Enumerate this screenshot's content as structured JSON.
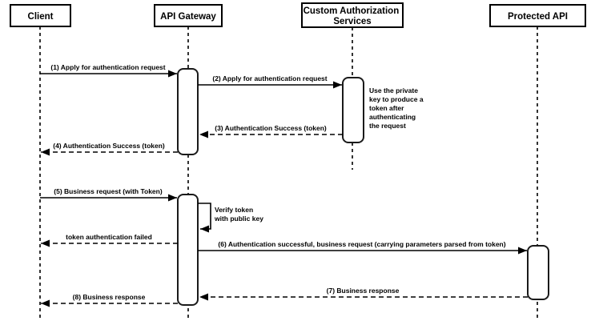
{
  "diagram": {
    "type": "sequence-diagram",
    "actors": [
      {
        "name": "client",
        "label": "Client"
      },
      {
        "name": "api-gateway",
        "label": "API Gateway"
      },
      {
        "name": "custom-authorization-services",
        "label_lines": [
          "Custom Authorization",
          "Services"
        ]
      },
      {
        "name": "protected-api",
        "label": "Protected API"
      }
    ],
    "messages": [
      {
        "label": "(1) Apply for authentication request",
        "from": "Client",
        "to": "API Gateway",
        "style": "solid"
      },
      {
        "label": "(2) Apply for authentication request",
        "from": "API Gateway",
        "to": "Custom Authorization Services",
        "style": "solid"
      },
      {
        "label": "(3) Authentication Success (token)",
        "from": "Custom Authorization Services",
        "to": "API Gateway",
        "style": "dashed"
      },
      {
        "label": "(4) Authentication Success (token)",
        "from": "API Gateway",
        "to": "Client",
        "style": "dashed"
      },
      {
        "label": "(5) Business request (with Token)",
        "from": "Client",
        "to": "API Gateway",
        "style": "solid"
      },
      {
        "label": "token authentication failed",
        "from": "API Gateway",
        "to": "Client",
        "style": "dashed"
      },
      {
        "label": "(6) Authentication successful, business request (carrying parameters parsed from token)",
        "from": "API Gateway",
        "to": "Protected API",
        "style": "solid"
      },
      {
        "label": "(7) Business response",
        "from": "Protected API",
        "to": "API Gateway",
        "style": "dashed"
      },
      {
        "label": "(8) Business response",
        "from": "API Gateway",
        "to": "Client",
        "style": "dashed"
      }
    ],
    "notes": {
      "private_key": {
        "lines": [
          "Use the private",
          "key to produce a",
          "token after",
          "authenticating",
          "the request"
        ]
      },
      "verify_token": {
        "lines": [
          "Verify token",
          "with public key"
        ]
      }
    },
    "colors": {
      "stroke": "#000000",
      "fill": "#ffffff",
      "text": "#000000",
      "activation_stroke": "#1a1a1a",
      "background": "#ffffff"
    }
  }
}
